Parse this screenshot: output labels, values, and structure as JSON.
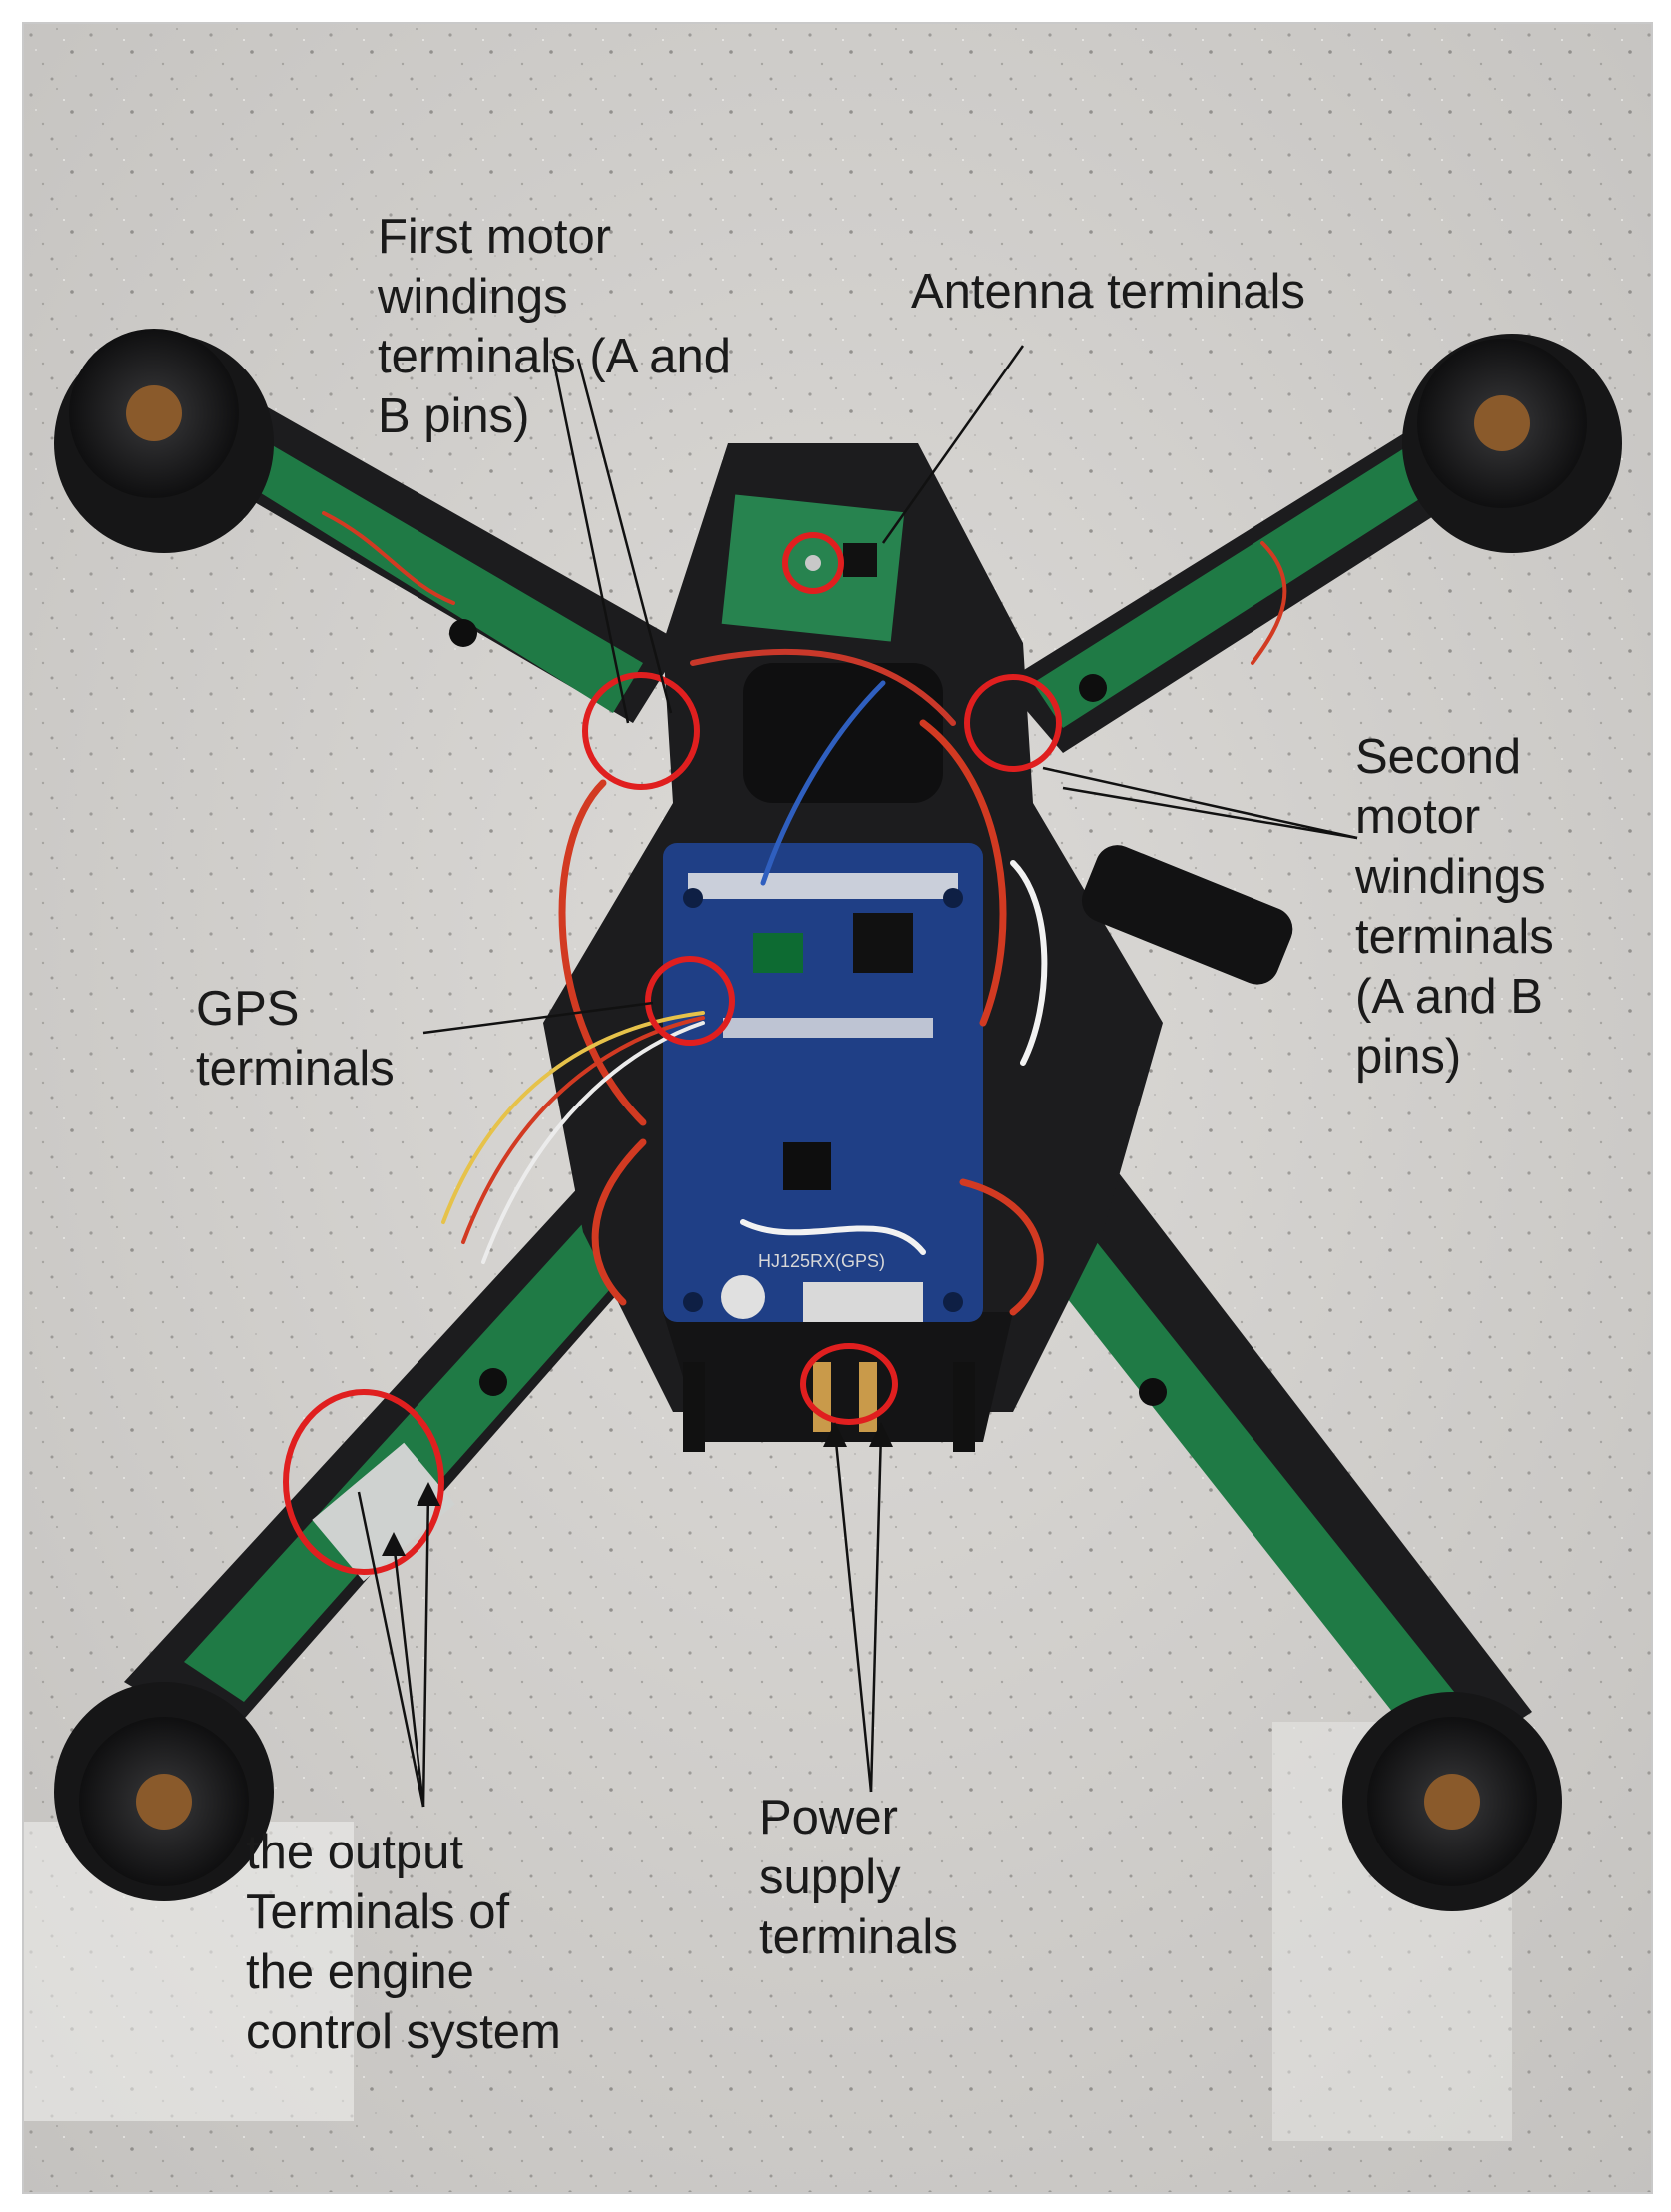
{
  "labels": {
    "first_motor": "First motor\nwindings\nterminals (A and\nB pins)",
    "antenna": "Antenna terminals",
    "second_motor": "Second\nmotor\nwindings\nterminals\n(A and B\npins)",
    "gps": "GPS\nterminals",
    "output": "the output\nTerminals of\nthe engine\ncontrol system",
    "power": "Power\nsupply\nterminals"
  },
  "board_marking": "HJ125RX(GPS)",
  "colors": {
    "countertop": "#d4d2cf",
    "frame_black": "#1c1c1e",
    "pcb_green": "#1f7a45",
    "pcb_blue": "#1f3f86",
    "highlight_red": "#e01f1f",
    "wire_red": "#d23a22"
  }
}
